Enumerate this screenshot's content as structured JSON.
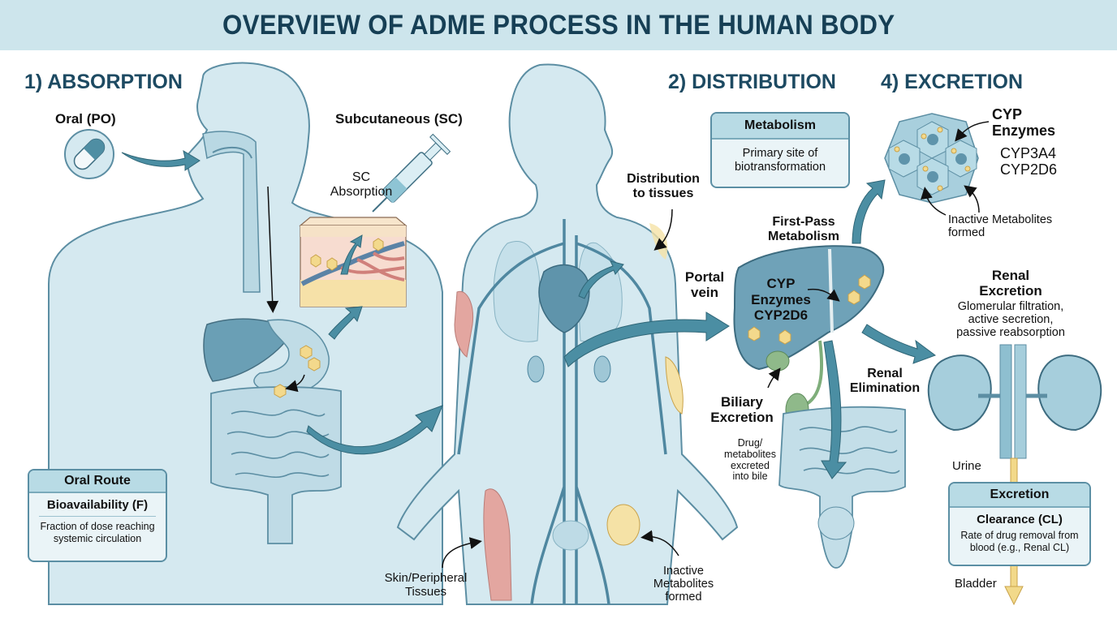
{
  "title": "OVERVIEW OF ADME PROCESS IN THE HUMAN BODY",
  "colors": {
    "banner_bg": "#cde5ec",
    "title": "#163f55",
    "body_fill": "#d6eaf1",
    "body_stroke": "#5c8ea3",
    "vessel": "#4f87a0",
    "arrow": "#4b8ea3",
    "hexagon": "#f3d98c",
    "muscle": "#e3a6a0",
    "fat": "#f5e2a6",
    "urine_arrow": "#f2d98a"
  },
  "sections": {
    "absorption": "1) ABSORPTION",
    "distribution": "2) DISTRIBUTION",
    "excretion": "4) EXCRETION"
  },
  "labels": {
    "oral_po": "Oral (PO)",
    "subcutaneous": "Subcutaneous (SC)",
    "sc_absorption_line1": "SC",
    "sc_absorption_line2": "Absorption",
    "distribution_tissues_line1": "Distribution",
    "distribution_tissues_line2": "to tissues",
    "portal_vein_line1": "Portal",
    "portal_vein_line2": "vein",
    "first_pass_line1": "First-Pass",
    "first_pass_line2": "Metabolism",
    "liver_cyp_line1": "CYP",
    "liver_cyp_line2": "Enzymes",
    "liver_cyp_line3": "CYP2D6",
    "cyp_enzymes_line1": "CYP",
    "cyp_enzymes_line2": "Enzymes",
    "cyp3a4": "CYP3A4",
    "cyp2d6": "CYP2D6",
    "inactive_metab_top_line1": "Inactive Metabolites",
    "inactive_metab_top_line2": "formed",
    "renal_excretion_line1": "Renal",
    "renal_excretion_line2": "Excretion",
    "renal_desc_line1": "Glomerular filtration,",
    "renal_desc_line2": "active secretion,",
    "renal_desc_line3": "passive reabsorption",
    "renal_elim_line1": "Renal",
    "renal_elim_line2": "Elimination",
    "biliary_line1": "Biliary",
    "biliary_line2": "Excretion",
    "bile_desc_line1": "Drug/",
    "bile_desc_line2": "metabolites",
    "bile_desc_line3": "excreted",
    "bile_desc_line4": "into bile",
    "urine": "Urine",
    "bladder": "Bladder",
    "skin_line1": "Skin/Peripheral",
    "skin_line2": "Tissues",
    "inactive_bottom_line1": "Inactive",
    "inactive_bottom_line2": "Metabolites",
    "inactive_bottom_line3": "formed"
  },
  "boxes": {
    "oral_route": {
      "header": "Oral Route",
      "subtitle": "Bioavailability (F)",
      "body_line1": "Fraction of dose reaching",
      "body_line2": "systemic circulation"
    },
    "metabolism": {
      "header": "Metabolism",
      "body_line1": "Primary site of",
      "body_line2": "biotransformation"
    },
    "excretion": {
      "header": "Excretion",
      "subtitle": "Clearance (CL)",
      "body_line1": "Rate of drug removal from",
      "body_line2": "blood (e.g., Renal CL)"
    }
  }
}
